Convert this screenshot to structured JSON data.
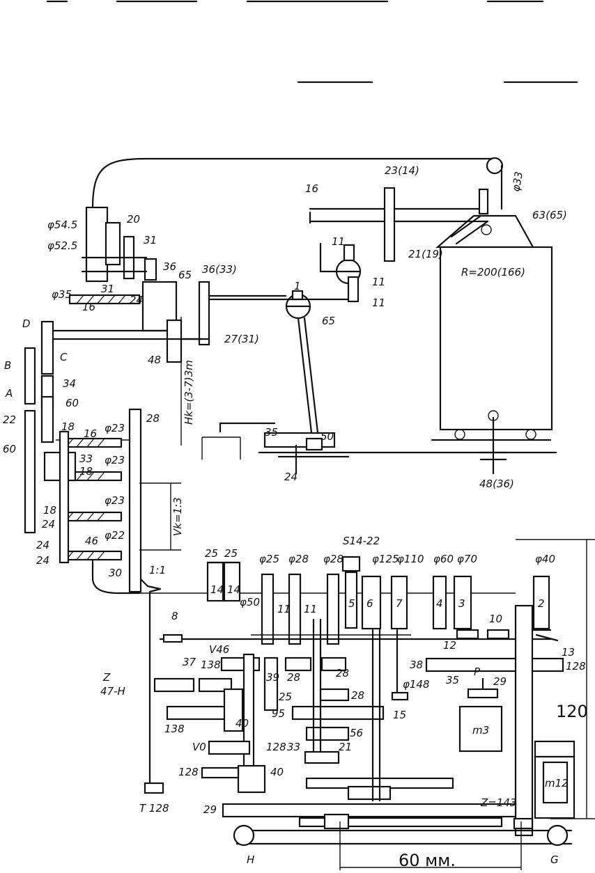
{
  "labels": [
    {
      "id": "l16top",
      "text": "16"
    },
    {
      "id": "l23_14",
      "text": "23(14)"
    },
    {
      "id": "l033",
      "text": "φ33"
    },
    {
      "id": "l63_65",
      "text": "63(65)"
    },
    {
      "id": "l545",
      "text": "φ54.5"
    },
    {
      "id": "l20",
      "text": "20"
    },
    {
      "id": "l525",
      "text": "φ52.5"
    },
    {
      "id": "l31a",
      "text": "31"
    },
    {
      "id": "l31b",
      "text": "31"
    },
    {
      "id": "l36",
      "text": "36"
    },
    {
      "id": "l11a",
      "text": "11"
    },
    {
      "id": "l21_19",
      "text": "21(19)"
    },
    {
      "id": "l11b",
      "text": "11"
    },
    {
      "id": "l11c",
      "text": "11"
    },
    {
      "id": "lR",
      "text": "R=200(166)"
    },
    {
      "id": "l65a",
      "text": "65"
    },
    {
      "id": "l36_33",
      "text": "36(33)"
    },
    {
      "id": "l1a",
      "text": "1"
    },
    {
      "id": "l65b",
      "text": "65"
    },
    {
      "id": "l035",
      "text": "φ35"
    },
    {
      "id": "l16b",
      "text": "16"
    },
    {
      "id": "l24a",
      "text": "24"
    },
    {
      "id": "lD",
      "text": "D"
    },
    {
      "id": "l27_31",
      "text": "27(31)"
    },
    {
      "id": "lC",
      "text": "C"
    },
    {
      "id": "lB",
      "text": "B"
    },
    {
      "id": "l48a",
      "text": "48"
    },
    {
      "id": "lHk",
      "text": "Hk=(3-7)3m"
    },
    {
      "id": "lA",
      "text": "A"
    },
    {
      "id": "l34",
      "text": "34"
    },
    {
      "id": "l60a",
      "text": "60"
    },
    {
      "id": "l22a",
      "text": "22"
    },
    {
      "id": "l18a",
      "text": "18"
    },
    {
      "id": "l28a",
      "text": "28"
    },
    {
      "id": "l16c",
      "text": "16"
    },
    {
      "id": "l023a",
      "text": "φ23"
    },
    {
      "id": "l60b",
      "text": "60"
    },
    {
      "id": "l33a",
      "text": "33"
    },
    {
      "id": "l023b",
      "text": "φ23"
    },
    {
      "id": "l18b",
      "text": "18"
    },
    {
      "id": "l35a",
      "text": "35"
    },
    {
      "id": "l50a",
      "text": "50"
    },
    {
      "id": "l24b",
      "text": "24"
    },
    {
      "id": "l48_36",
      "text": "48(36)"
    },
    {
      "id": "l18c",
      "text": "18"
    },
    {
      "id": "l023c",
      "text": "φ23"
    },
    {
      "id": "lVk",
      "text": "Vk=1:3"
    },
    {
      "id": "l24c",
      "text": "24"
    },
    {
      "id": "l24d",
      "text": "24"
    },
    {
      "id": "l46",
      "text": "46"
    },
    {
      "id": "l022",
      "text": "φ22"
    },
    {
      "id": "l24e",
      "text": "24"
    },
    {
      "id": "lS",
      "text": "S14-22"
    },
    {
      "id": "l30",
      "text": "30"
    },
    {
      "id": "l11ratio",
      "text": "1:1"
    },
    {
      "id": "l25a",
      "text": "25"
    },
    {
      "id": "l25b",
      "text": "25"
    },
    {
      "id": "l025",
      "text": "φ25"
    },
    {
      "id": "l028a",
      "text": "φ28"
    },
    {
      "id": "l028b",
      "text": "φ28"
    },
    {
      "id": "l0125",
      "text": "φ125"
    },
    {
      "id": "l0110",
      "text": "φ110"
    },
    {
      "id": "l060",
      "text": "φ60"
    },
    {
      "id": "l070",
      "text": "φ70"
    },
    {
      "id": "l040",
      "text": "φ40"
    },
    {
      "id": "l050",
      "text": "φ50"
    },
    {
      "id": "lr14a",
      "text": "14"
    },
    {
      "id": "lr14b",
      "text": "14"
    },
    {
      "id": "lr11a",
      "text": "11"
    },
    {
      "id": "lr11b",
      "text": "11"
    },
    {
      "id": "lr5",
      "text": "5"
    },
    {
      "id": "lr6",
      "text": "6"
    },
    {
      "id": "lr7",
      "text": "7"
    },
    {
      "id": "lr4",
      "text": "4"
    },
    {
      "id": "lr3",
      "text": "3"
    },
    {
      "id": "lr2",
      "text": "2"
    },
    {
      "id": "l8",
      "text": "8"
    },
    {
      "id": "l10",
      "text": "10"
    },
    {
      "id": "l12",
      "text": "12"
    },
    {
      "id": "l13",
      "text": "13"
    },
    {
      "id": "lV46",
      "text": "V46"
    },
    {
      "id": "l39",
      "text": "39"
    },
    {
      "id": "l28b",
      "text": "28"
    },
    {
      "id": "l28c",
      "text": "28"
    },
    {
      "id": "l38a",
      "text": "38"
    },
    {
      "id": "l35b",
      "text": "35"
    },
    {
      "id": "lP",
      "text": "P"
    },
    {
      "id": "l29a",
      "text": "29"
    },
    {
      "id": "l128a",
      "text": "128"
    },
    {
      "id": "l148",
      "text": "φ148"
    },
    {
      "id": "lZ",
      "text": "Z"
    },
    {
      "id": "l47H",
      "text": "47-H"
    },
    {
      "id": "l37",
      "text": "37"
    },
    {
      "id": "l138",
      "text": "138"
    },
    {
      "id": "l138b",
      "text": "138"
    },
    {
      "id": "l40a",
      "text": "40"
    },
    {
      "id": "l25c",
      "text": "25"
    },
    {
      "id": "l28d",
      "text": "28"
    },
    {
      "id": "l95",
      "text": "95"
    },
    {
      "id": "l15",
      "text": "15"
    },
    {
      "id": "l56",
      "text": "56"
    },
    {
      "id": "lm3",
      "text": "m3"
    },
    {
      "id": "lV0",
      "text": "V0"
    },
    {
      "id": "l128b",
      "text": "128"
    },
    {
      "id": "l33b",
      "text": "33"
    },
    {
      "id": "l21",
      "text": "21"
    },
    {
      "id": "l128c",
      "text": "128"
    },
    {
      "id": "l40b",
      "text": "40"
    },
    {
      "id": "lm12",
      "text": "m12"
    },
    {
      "id": "lT",
      "text": "T 128"
    },
    {
      "id": "l29b",
      "text": "29"
    },
    {
      "id": "lZ143",
      "text": "Z=143"
    },
    {
      "id": "lH",
      "text": "H"
    },
    {
      "id": "lG",
      "text": "G"
    },
    {
      "id": "l120",
      "text": "120"
    },
    {
      "id": "l60mm",
      "text": "60 мм."
    }
  ]
}
